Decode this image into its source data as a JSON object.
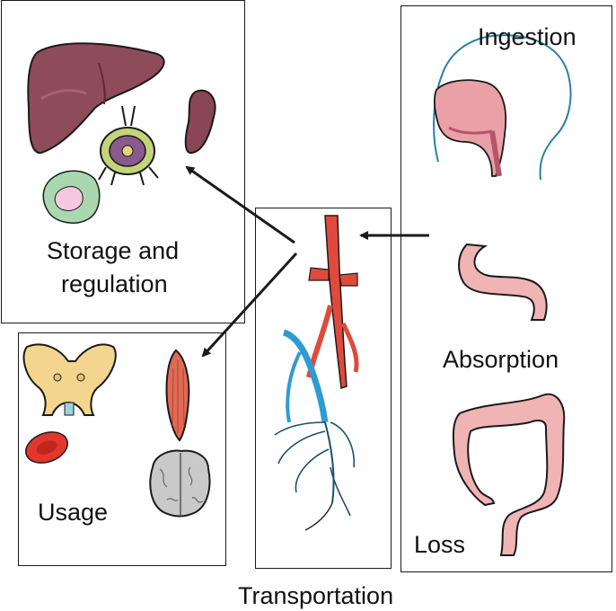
{
  "diagram": {
    "labels": {
      "storage_line1": "Storage and",
      "storage_line2": "regulation",
      "usage": "Usage",
      "transportation": "Transportation",
      "ingestion": "Ingestion",
      "absorption": "Absorption",
      "loss": "Loss"
    },
    "colors": {
      "liver": "#8e4c5a",
      "spleen": "#8a4656",
      "artery": "#e04a3c",
      "vein": "#2e9bd3",
      "bone": "#f3d58f",
      "muscle": "#e06b55",
      "brain": "#c9c9c9",
      "intestine": "#f0b4b4",
      "arrow": "#1a1a1a",
      "outline": "#1a1a1a"
    },
    "arrows": [
      {
        "from": "transportation",
        "to": "storage and regulation"
      },
      {
        "from": "transportation",
        "to": "usage"
      },
      {
        "from": "absorption",
        "to": "transportation"
      }
    ]
  }
}
